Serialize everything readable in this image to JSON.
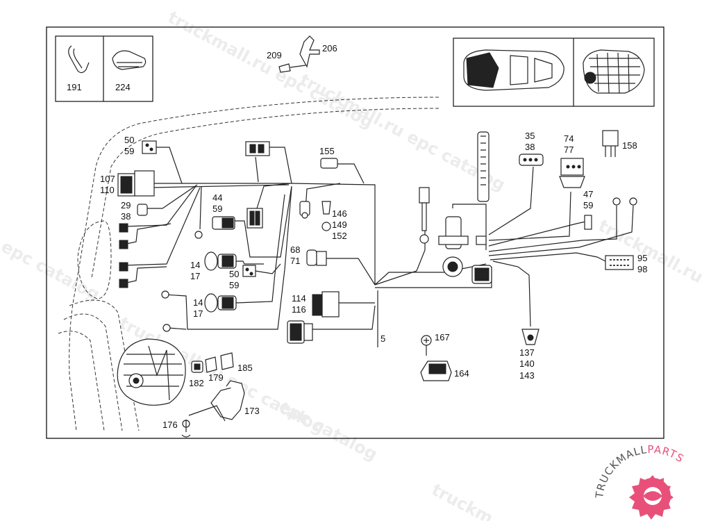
{
  "brand": {
    "name_part1": "TRUCKMALL",
    "name_part2": "PARTS",
    "color_dark": "#555555",
    "color_accent": "#e8507a"
  },
  "watermark": {
    "text_1": "truckmall.ru epc catalog",
    "text_2": "truckmall.ru epc catalog",
    "text_3": "truckmall.ru epc catalog",
    "text_4": "epc catalog",
    "text_5": "epc catalog",
    "text_6": "truckmall.ru",
    "text_7": "truckm"
  },
  "labels": {
    "l191": "191",
    "l224": "224",
    "l209": "209",
    "l206": "206",
    "l50a": "50",
    "l59a": "59",
    "l107": "107",
    "l110": "110",
    "l29": "29",
    "l38a": "38",
    "l44": "44",
    "l59b": "59",
    "l155": "155",
    "l146": "146",
    "l149": "149",
    "l152": "152",
    "l68": "68",
    "l71": "71",
    "l14a": "14",
    "l17a": "17",
    "l50b": "50",
    "l59c": "59",
    "l14b": "14",
    "l17b": "17",
    "l114": "114",
    "l116": "116",
    "l5": "5",
    "l35": "35",
    "l38b": "38",
    "l74": "74",
    "l77": "77",
    "l158": "158",
    "l47": "47",
    "l59d": "59",
    "l95": "95",
    "l98": "98",
    "l137": "137",
    "l140": "140",
    "l143": "143",
    "l167": "167",
    "l164": "164",
    "l185": "185",
    "l182": "182",
    "l179": "179",
    "l173": "173",
    "l176": "176"
  }
}
